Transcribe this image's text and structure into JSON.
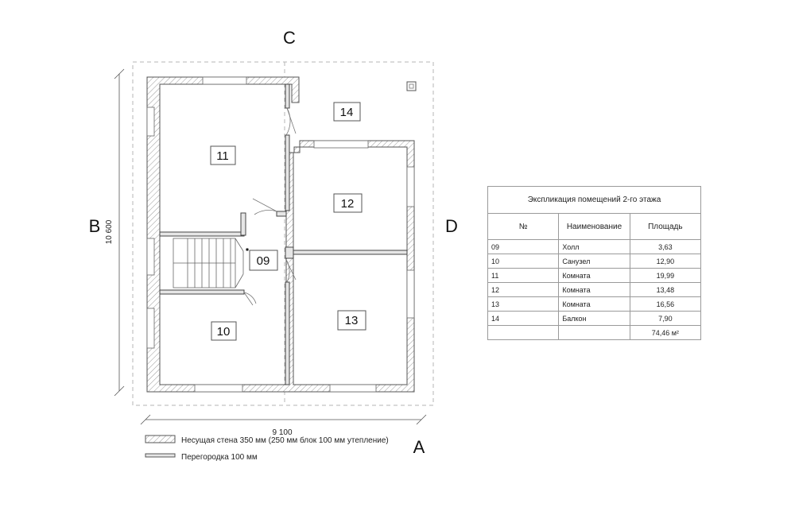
{
  "axes": {
    "top": "C",
    "left": "B",
    "right": "D",
    "bottom": "A"
  },
  "dimensions": {
    "width": "9 100",
    "height": "10 600"
  },
  "rooms": [
    {
      "id": "11"
    },
    {
      "id": "14"
    },
    {
      "id": "12"
    },
    {
      "id": "09"
    },
    {
      "id": "10"
    },
    {
      "id": "13"
    }
  ],
  "legend": {
    "bearing_wall": "Несущая стена 350 мм (250 мм блок 100 мм утепление)",
    "partition": "Перегородка 100 мм"
  },
  "explication": {
    "title": "Экспликация помещений 2-го этажа",
    "headers": {
      "num": "№",
      "name": "Наименование",
      "area": "Площадь"
    },
    "rows": [
      {
        "num": "09",
        "name": "Холл",
        "area": "3,63"
      },
      {
        "num": "10",
        "name": "Санузел",
        "area": "12,90"
      },
      {
        "num": "11",
        "name": "Комната",
        "area": "19,99"
      },
      {
        "num": "12",
        "name": "Комната",
        "area": "13,48"
      },
      {
        "num": "13",
        "name": "Комната",
        "area": "16,56"
      },
      {
        "num": "14",
        "name": "Балкон",
        "area": "7,90"
      }
    ],
    "total": "74,46 м²"
  }
}
